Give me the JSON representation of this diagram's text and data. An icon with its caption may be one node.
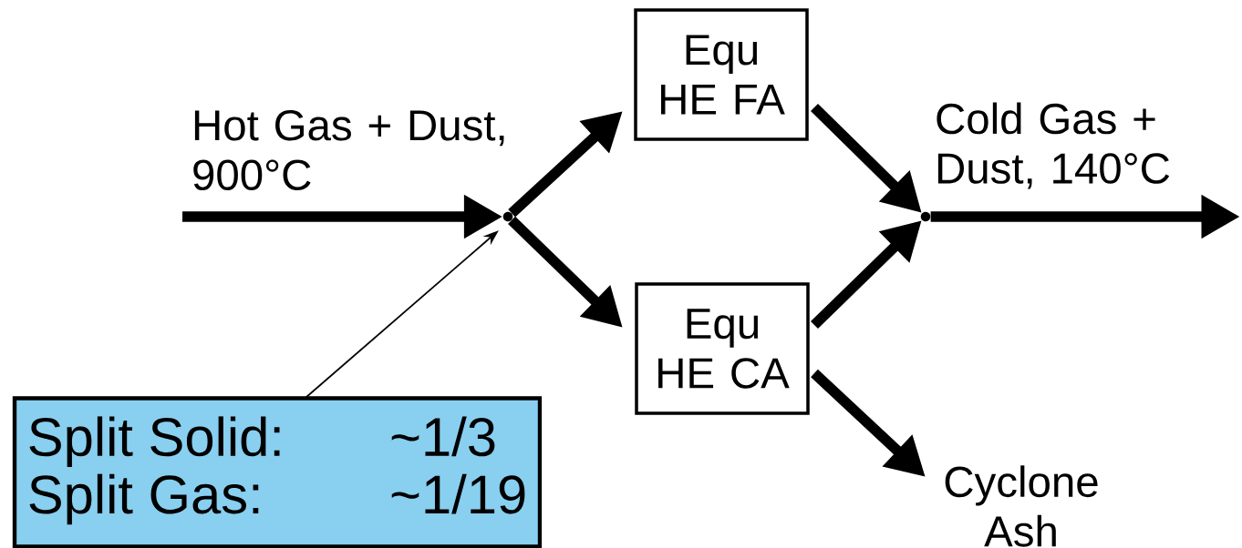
{
  "diagram": {
    "nodes": [
      {
        "text": [],
        "shape": "point"
      },
      {
        "text": [
          "Equ HE FA"
        ]
      },
      {
        "text": [
          "Equ HE CA"
        ]
      },
      {
        "text": [],
        "shape": "point"
      },
      {
        "text": [
          "Cyclone Ash"
        ]
      },
      {
        "text": [
          "Split Solid:",
          "~1/3",
          "Split Gas:",
          "~1/19"
        ]
      }
    ],
    "edges": [
      {
        "from": null,
        "to": 0,
        "arrow": "to",
        "label": "Hot Gas + Dust, 900°C"
      },
      {
        "from": 0,
        "to": 1,
        "arrow": "to"
      },
      {
        "from": 0,
        "to": 2,
        "arrow": "to"
      },
      {
        "from": 1,
        "to": 3,
        "arrow": "to"
      },
      {
        "from": 2,
        "to": 3,
        "arrow": "to"
      },
      {
        "from": 3,
        "to": null,
        "arrow": "to",
        "label": "Cold Gas + Dust, 140°C"
      },
      {
        "from": 2,
        "to": 4,
        "arrow": "to"
      },
      {
        "from": 5,
        "to": 0,
        "arrow": "to"
      }
    ]
  }
}
